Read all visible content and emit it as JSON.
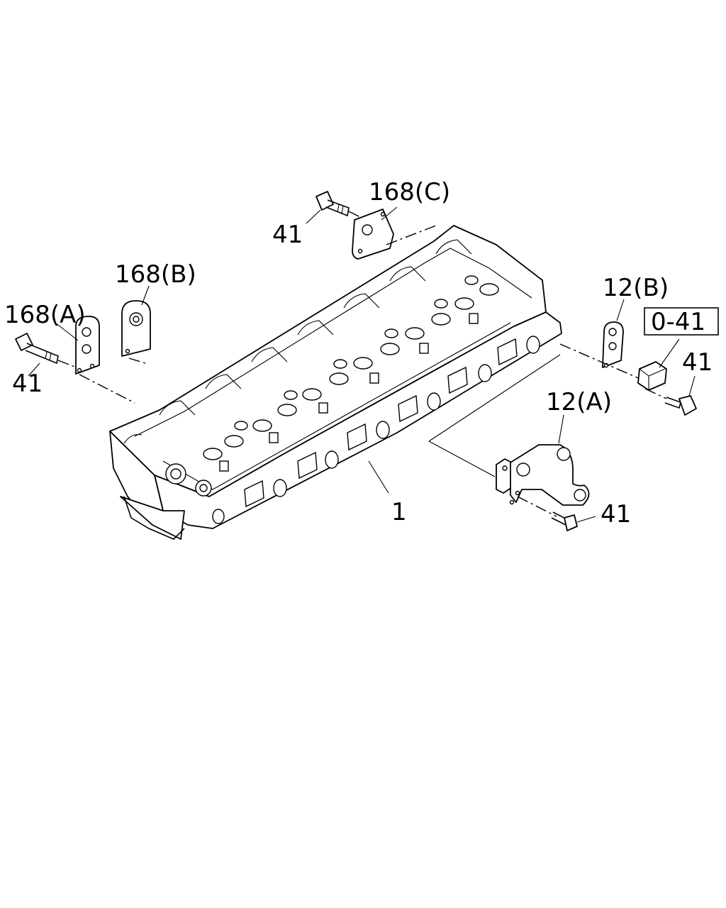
{
  "callouts": {
    "cyl_head": "1",
    "bracket_a": "12(A)",
    "bracket_b": "12(B)",
    "plate_a": "168(A)",
    "plate_b": "168(B)",
    "plate_c": "168(C)",
    "bolt_left": "41",
    "bolt_top": "41",
    "bolt_right": "41",
    "bolt_bottom": "41",
    "ref_box": "0-41"
  }
}
